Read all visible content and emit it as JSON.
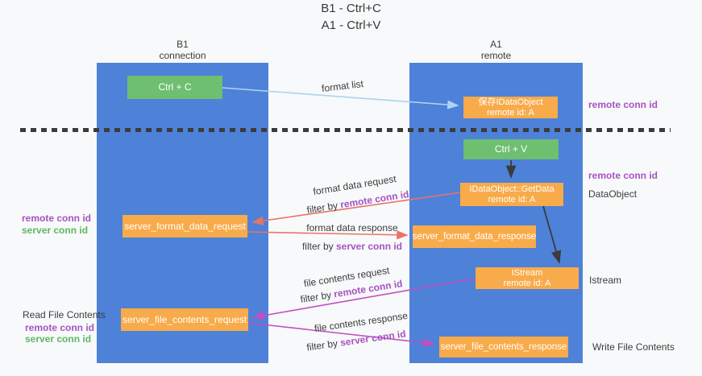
{
  "title": {
    "line1": "B1 - Ctrl+C",
    "line2": "A1 - Ctrl+V"
  },
  "lanes": {
    "left": {
      "title": "B1",
      "subtitle": "connection"
    },
    "right": {
      "title": "A1",
      "subtitle": "remote"
    }
  },
  "nodes": {
    "ctrl_c": {
      "label": "Ctrl + C"
    },
    "save_idataobject": {
      "line1": "保存IDataObject",
      "line2": "remote id: A"
    },
    "ctrl_v": {
      "label": "Ctrl + V"
    },
    "idataobject_getdata": {
      "line1": "IDataObject::GetData",
      "line2": "remote id: A"
    },
    "server_format_data_request": {
      "label": "server_format_data_request"
    },
    "server_format_data_response": {
      "label": "server_format_data_response"
    },
    "istream": {
      "line1": "IStream",
      "line2": "remote id: A"
    },
    "server_file_contents_request": {
      "label": "server_file_contents_request"
    },
    "server_file_contents_response": {
      "label": "server_file_contents_response"
    }
  },
  "side_labels": {
    "remote_conn_id_top_right": "remote conn id",
    "remote_conn_id_mid_right": "remote conn id",
    "dataobject": "DataObject",
    "istream": "Istream",
    "write_file_contents": "Write File Contents",
    "read_file_contents": "Read File Contents",
    "remote_conn_id_left_1": "remote conn id",
    "server_conn_id_left_1": "server conn id",
    "remote_conn_id_left_2": "remote conn id",
    "server_conn_id_left_2": "server conn id"
  },
  "arrow_labels": {
    "format_list": "format list",
    "format_data_request": "format data request",
    "filter_by_1_prefix": "filter by ",
    "filter_by_1_key": "remote conn id",
    "format_data_response": "format data response",
    "filter_by_2_prefix": "filter by ",
    "filter_by_2_key": "server conn id",
    "file_contents_request": "file contents request",
    "filter_by_3_prefix": "filter by ",
    "filter_by_3_key": "remote conn id",
    "file_contents_response": "file contents response",
    "filter_by_4_prefix": "filter by ",
    "filter_by_4_key": "server conn id"
  },
  "colors": {
    "lane_blue": "#4e81d8",
    "node_orange": "#f8ab4a",
    "node_green": "#6ebf70",
    "arrow_lightblue": "#aad4f2",
    "arrow_red": "#e87468",
    "arrow_magenta": "#c24ec2",
    "arrow_black": "#3b3b3b",
    "label_purple": "#a653c1",
    "label_green": "#5db761",
    "text_dark": "#3c3c3c"
  }
}
